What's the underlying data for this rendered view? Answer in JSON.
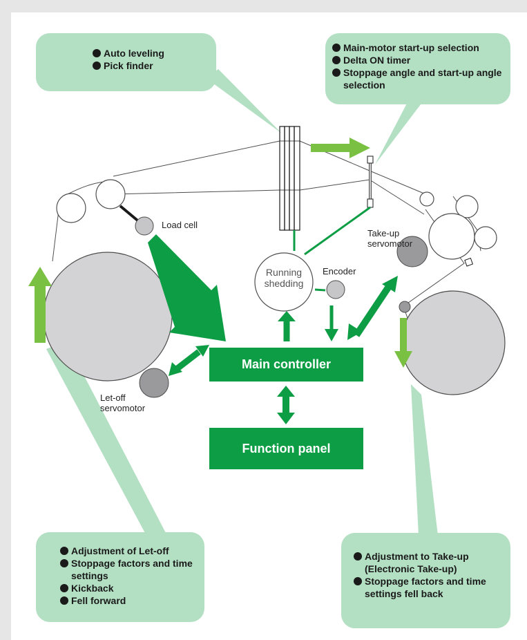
{
  "colors": {
    "box_green": "#0d9d44",
    "arrow_green": "#0d9d44",
    "light_arrow_green": "#7ac143",
    "callout_fill": "#b3dfc3",
    "roll_fill": "#d3d3d5",
    "motor_fill": "#9a9a9c",
    "line_gray": "#4d4d4d"
  },
  "callouts": {
    "top_left": {
      "items": [
        "Auto  leveling",
        "Pick finder"
      ]
    },
    "top_right": {
      "items": [
        "Main-motor start-up selection",
        "Delta ON timer",
        "Stoppage angle and start-up angle selection"
      ]
    },
    "bottom_left": {
      "items": [
        "Adjustment of Let-off",
        "Stoppage factors and time settings",
        "Kickback",
        "Fell forward"
      ]
    },
    "bottom_right": {
      "items": [
        "Adjustment to Take-up (Electronic Take-up)",
        "Stoppage factors and time settings fell back"
      ]
    }
  },
  "boxes": {
    "main_controller": "Main controller",
    "function_panel": "Function panel"
  },
  "labels": {
    "load_cell": "Load cell",
    "takeup_servomotor_1": "Take-up",
    "takeup_servomotor_2": "servomotor",
    "encoder": "Encoder",
    "running_shedding_1": "Running",
    "running_shedding_2": "shedding",
    "letoff_servomotor_1": "Let-off",
    "letoff_servomotor_2": "servomotor"
  },
  "icons": {
    "bullet": "black-circle-bullet",
    "arrows": "green-block-arrow"
  }
}
